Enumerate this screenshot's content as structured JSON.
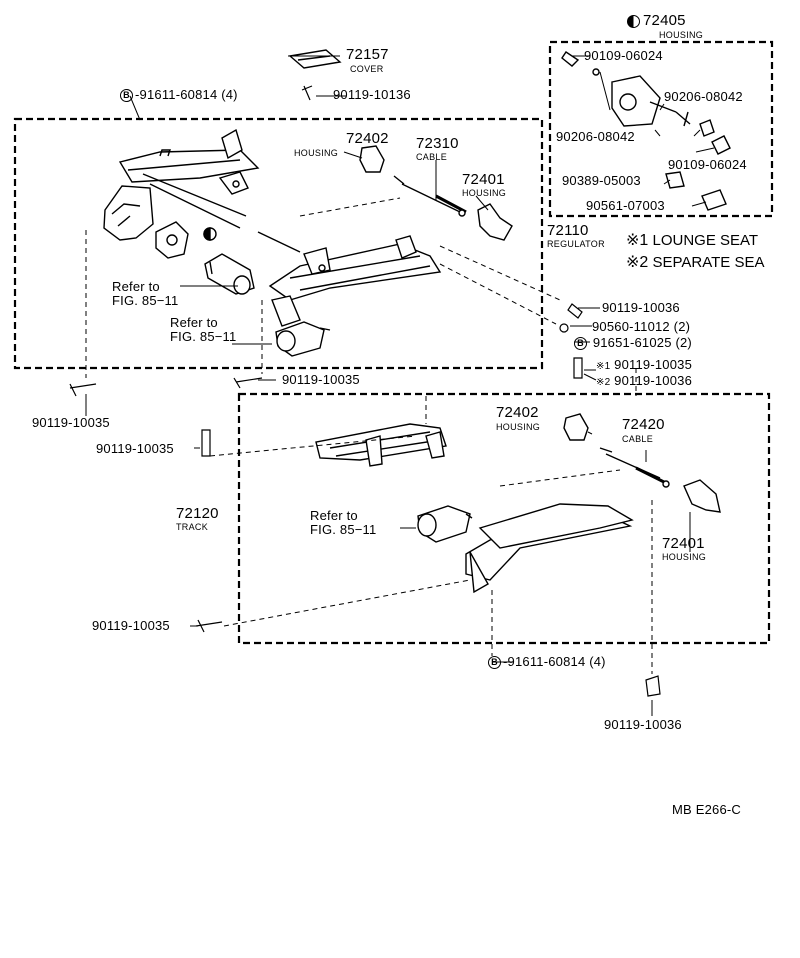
{
  "diagram_code": "MB E266-C",
  "legend": [
    {
      "mark": "※1",
      "text": "LOUNGE SEAT"
    },
    {
      "mark": "※2",
      "text": "SEPARATE SEA"
    }
  ],
  "parts": {
    "p72405": {
      "number": "72405",
      "name": "HOUSING"
    },
    "p72157": {
      "number": "72157",
      "name": "COVER"
    },
    "p72402_top": {
      "number": "72402",
      "name": "HOUSING"
    },
    "p72310": {
      "number": "72310",
      "name": "CABLE"
    },
    "p72401_top": {
      "number": "72401",
      "name": "HOUSING"
    },
    "p72110": {
      "number": "72110",
      "name": "REGULATOR"
    },
    "p72402_bot": {
      "number": "72402",
      "name": "HOUSING"
    },
    "p72420": {
      "number": "72420",
      "name": "CABLE"
    },
    "p72120": {
      "number": "72120",
      "name": "TRACK"
    },
    "p72401_bot": {
      "number": "72401",
      "name": "HOUSING"
    }
  },
  "fasteners": {
    "f1": "90109-06024",
    "f2": "90206-08042",
    "f3": "90206-08042",
    "f4": "90109-06024",
    "f5": "90389-05003",
    "f6": "90561-07003",
    "f7": "-91611-60814 (4)",
    "f8": "90119-10136",
    "f9": "90119-10036",
    "f10": "90560-11012 (2)",
    "f11": "91651-61025 (2)",
    "f12": "90119-10035",
    "f13": "90119-10036",
    "f14": "90119-10035",
    "f15": "90119-10035",
    "f16": "90119-10035",
    "f17": "90119-10035",
    "f18": "91611-60814 (4)",
    "f19": "90119-10036"
  },
  "markers": {
    "b": "B",
    "s1": "※1",
    "s2": "※2"
  },
  "refer": {
    "r1": {
      "line1": "Refer to",
      "line2": "FIG. 85−11"
    },
    "r2": {
      "line1": "Refer to",
      "line2": "FIG. 85−11"
    },
    "r3": {
      "line1": "Refer to",
      "line2": "FIG. 85−11"
    }
  }
}
